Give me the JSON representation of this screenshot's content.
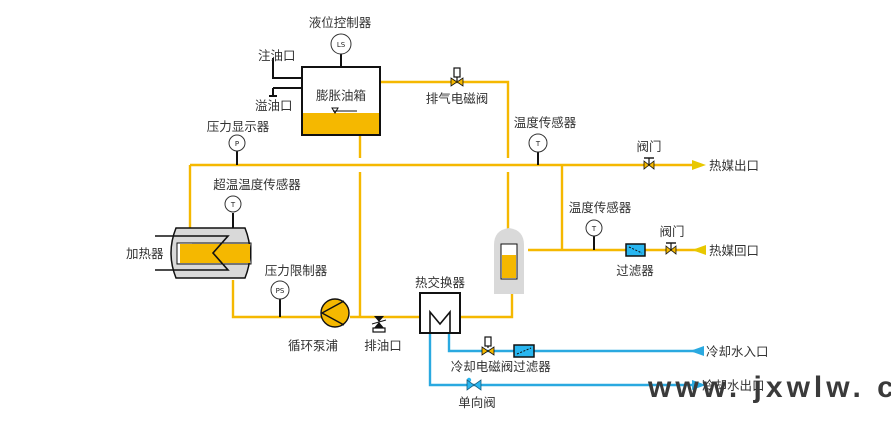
{
  "title": "热媒加热冷却系统流程图",
  "colors": {
    "oil_pipe": "#f5b800",
    "water_pipe": "#2aa9e0",
    "vessel_gray": "#d9d9d9",
    "filter_blue": "#29b6f0",
    "outline": "#111111"
  },
  "components": {
    "level_controller": {
      "label": "液位控制器",
      "tag": "LS"
    },
    "oil_fill_port": {
      "label": "注油口"
    },
    "overflow_port": {
      "label": "溢油口"
    },
    "expansion_tank": {
      "label": "膨胀油箱"
    },
    "vent_solenoid_valve": {
      "label": "排气电磁阀"
    },
    "pressure_display": {
      "label": "压力显示器",
      "tag": "P"
    },
    "temp_sensor_top": {
      "label": "温度传感器",
      "tag": "T"
    },
    "valve_outlet": {
      "label": "阀门"
    },
    "heat_medium_outlet": {
      "label": "热媒出口"
    },
    "overtemp_sensor": {
      "label": "超温温度传感器",
      "tag": "T"
    },
    "heater": {
      "label": "加热器"
    },
    "temp_sensor_return": {
      "label": "温度传感器",
      "tag": "T"
    },
    "valve_return": {
      "label": "阀门"
    },
    "heat_medium_return": {
      "label": "热媒回口"
    },
    "filter_oil": {
      "label": "过滤器"
    },
    "pressure_limiter": {
      "label": "压力限制器",
      "tag": "PS"
    },
    "heat_exchanger": {
      "label": "热交换器"
    },
    "circulation_pump": {
      "label": "循环泵浦"
    },
    "drain_port": {
      "label": "排油口"
    },
    "cooling_solenoid_valve": {
      "label": "冷却电磁阀"
    },
    "filter_water": {
      "label": "过滤器"
    },
    "check_valve": {
      "label": "单向阀"
    },
    "cooling_water_inlet": {
      "label": "冷却水入口"
    },
    "cooling_water_outlet": {
      "label": "冷却水出口"
    }
  },
  "watermark": "www. jxwlw. cn"
}
